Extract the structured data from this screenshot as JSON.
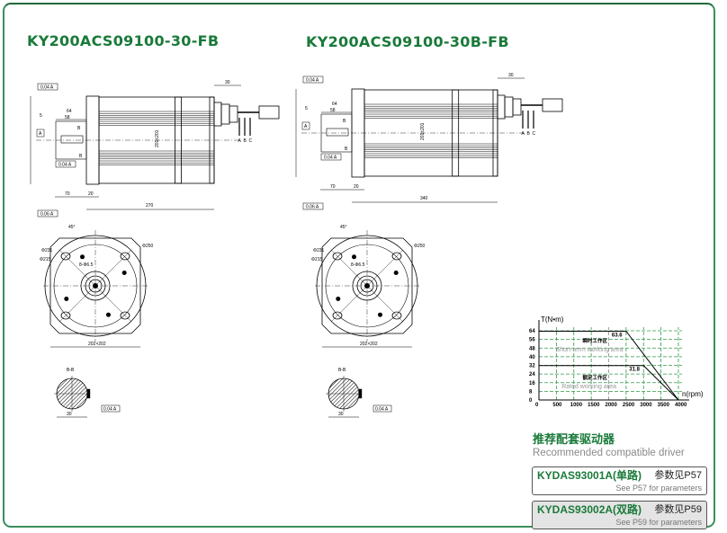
{
  "titles": {
    "left": "KY200ACS09100-30-FB",
    "right": "KY200ACS09100-30B-FB"
  },
  "drawing_left": {
    "length": "270",
    "conn": "30",
    "d64": "64",
    "d58": "58",
    "d5": "5",
    "d70": "70",
    "d20": "20",
    "body": "201±201",
    "tol1": "0.04 A",
    "tol2": "0.04 A",
    "tol3": "0.06 A",
    "datum": "A",
    "sec": "B",
    "front_square": "202×202",
    "hole": "8-Φ6.5",
    "phi250": "Φ250",
    "phi231": "Φ231",
    "phi215": "Φ215",
    "angle": "45°",
    "section": "B-B",
    "sec_w": "30",
    "phases": [
      "A",
      "B",
      "C"
    ]
  },
  "drawing_right": {
    "length": "340",
    "conn": "30",
    "d64": "64",
    "d58": "58",
    "d5": "5",
    "d70": "70",
    "d20": "20",
    "body": "201±201",
    "tol1": "0.04 A",
    "tol2": "0.04 A",
    "tol3": "0.06 A",
    "datum": "A",
    "sec": "B",
    "front_square": "202×202",
    "hole": "8-Φ6.5",
    "phi250": "Φ250",
    "phi231": "Φ231",
    "phi215": "Φ215",
    "angle": "45°",
    "section": "B-B",
    "sec_w": "30",
    "phases": [
      "A",
      "B",
      "C"
    ]
  },
  "chart_data": {
    "type": "line",
    "xlabel": "n(rpm)",
    "ylabel": "T(N•m)",
    "xlim": [
      0,
      4000
    ],
    "ylim": [
      0,
      64
    ],
    "x_ticks": [
      0,
      500,
      1000,
      1500,
      2000,
      2500,
      3000,
      3500,
      4000
    ],
    "y_ticks": [
      0,
      8,
      16,
      24,
      32,
      40,
      48,
      56,
      64
    ],
    "grid": true,
    "grid_color": "#2e9a4a",
    "series": [
      {
        "points": [
          [
            0,
            63.6
          ],
          [
            2500,
            63.6
          ],
          [
            4000,
            0
          ]
        ],
        "label": "63.6"
      },
      {
        "points": [
          [
            0,
            31.8
          ],
          [
            3000,
            31.8
          ],
          [
            4000,
            0
          ]
        ],
        "label": "31.8"
      }
    ],
    "regions": [
      {
        "cn": "瞬时工作区",
        "en": "Short-term working area"
      },
      {
        "cn": "额定工作区",
        "en": "Rated working area"
      }
    ]
  },
  "recommend": {
    "title_cn": "推荐配套驱动器",
    "title_en": "Recommended compatible driver",
    "drivers": [
      {
        "model": "KYDAS93001A(单路)",
        "ref": "参数见P57",
        "note": "See P57 for parameters"
      },
      {
        "model": "KYDAS93002A(双路)",
        "ref": "参数见P59",
        "note": "See P59 for parameters"
      }
    ]
  },
  "colors": {
    "brand_green": "#1a7a3a",
    "frame": "#3a8f5e",
    "selected_driver_bg": "#e4e4e4"
  }
}
